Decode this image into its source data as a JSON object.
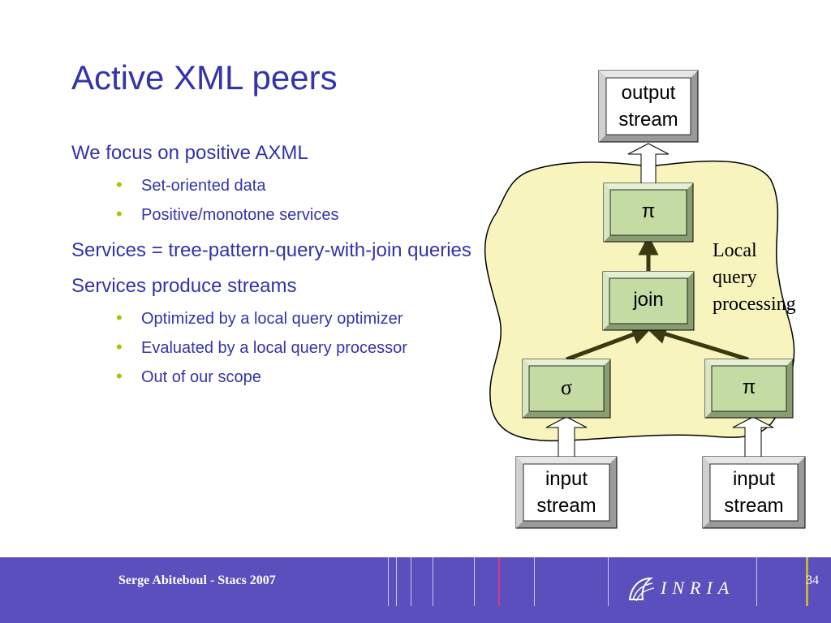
{
  "slide": {
    "title": "Active XML peers",
    "bullets": [
      {
        "level": 1,
        "text": "We focus on positive AXML"
      },
      {
        "level": 2,
        "text": "Set-oriented data"
      },
      {
        "level": 2,
        "text": "Positive/monotone services"
      },
      {
        "level": 1,
        "text": "Services = tree-pattern-query-with-join queries"
      },
      {
        "level": 1,
        "text": "Services produce streams"
      },
      {
        "level": 2,
        "text": "Optimized by a local query optimizer"
      },
      {
        "level": 2,
        "text": "Evaluated by a local query processor"
      },
      {
        "level": 2,
        "text": "Out of our scope"
      }
    ]
  },
  "diagram": {
    "output_stream": [
      "output",
      "stream"
    ],
    "pi_top": "π",
    "join": "join",
    "sigma": "σ",
    "pi_right": "π",
    "input_left": [
      "input",
      "stream"
    ],
    "input_right": [
      "input",
      "stream"
    ],
    "local_label": [
      "Local",
      "query",
      "processing"
    ]
  },
  "colors": {
    "title": "#3333aa",
    "bullet_dot": "#99cc00",
    "cloud_fill": "#f7f4bd",
    "op_fill": "#c4dca4",
    "footer_bg": "#5a4fbd"
  },
  "footer": {
    "author": "Serge Abiteboul - Stacs 2007",
    "page_number": "34",
    "logo_text": "INRIA"
  }
}
